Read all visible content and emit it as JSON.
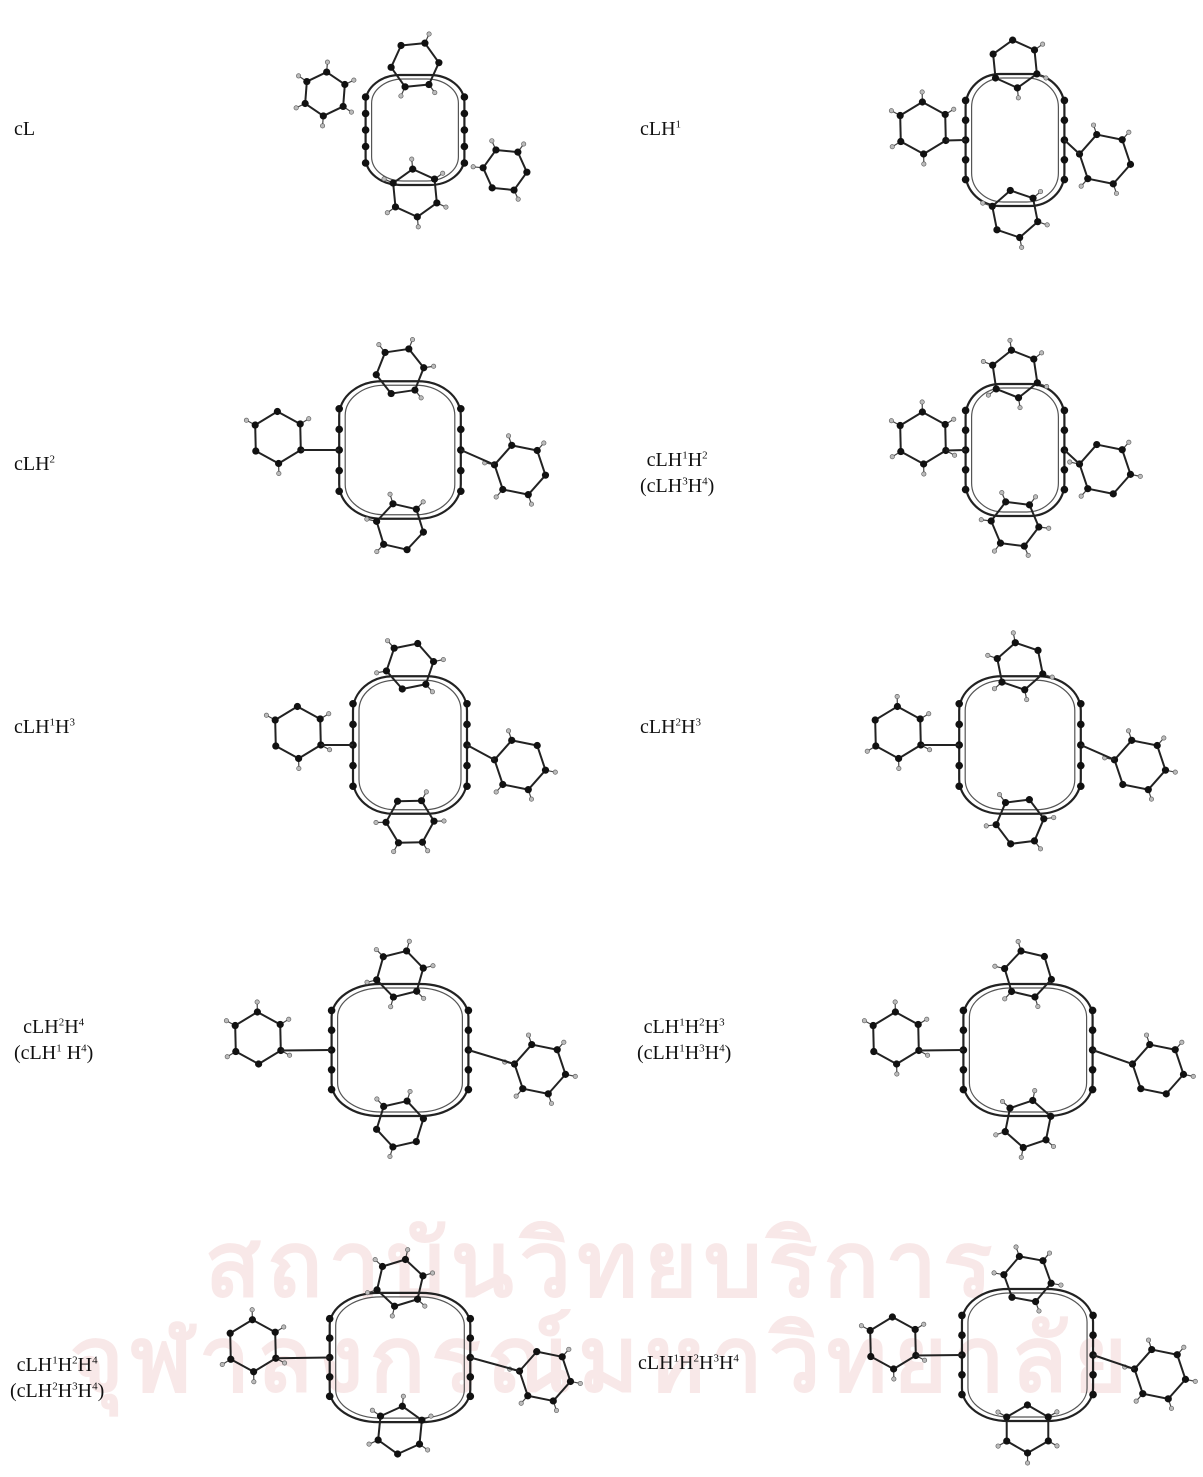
{
  "watermark": {
    "line1": "สถาบันวิทยบริการ",
    "line2": "จุฬาลงกรณ์มหาวิทยาลัย",
    "color": "#e19696"
  },
  "structures": [
    {
      "label_lines": [
        [
          {
            "t": "cL"
          }
        ]
      ]
    },
    {
      "label_lines": [
        [
          {
            "t": "cLH"
          },
          {
            "s": "1"
          }
        ]
      ]
    },
    {
      "label_lines": [
        [
          {
            "t": "cLH"
          },
          {
            "s": "2"
          }
        ]
      ]
    },
    {
      "label_lines": [
        [
          {
            "t": "cLH"
          },
          {
            "s": "1"
          },
          {
            "t": "H"
          },
          {
            "s": "2"
          }
        ],
        [
          {
            "t": "(cLH"
          },
          {
            "s": "3"
          },
          {
            "t": "H"
          },
          {
            "s": "4"
          },
          {
            "t": ")"
          }
        ]
      ]
    },
    {
      "label_lines": [
        [
          {
            "t": "cLH"
          },
          {
            "s": "1"
          },
          {
            "t": "H"
          },
          {
            "s": "3"
          }
        ]
      ]
    },
    {
      "label_lines": [
        [
          {
            "t": "cLH"
          },
          {
            "s": "2"
          },
          {
            "t": "H"
          },
          {
            "s": "3"
          }
        ]
      ]
    },
    {
      "label_lines": [
        [
          {
            "t": "cLH"
          },
          {
            "s": "2"
          },
          {
            "t": "H"
          },
          {
            "s": "4"
          }
        ],
        [
          {
            "t": "(cLH"
          },
          {
            "s": "1"
          },
          {
            "t": " H"
          },
          {
            "s": "4"
          },
          {
            "t": ")"
          }
        ]
      ]
    },
    {
      "label_lines": [
        [
          {
            "t": "cLH"
          },
          {
            "s": "1"
          },
          {
            "t": "H"
          },
          {
            "s": "2"
          },
          {
            "t": "H"
          },
          {
            "s": "3"
          }
        ],
        [
          {
            "t": "(cLH"
          },
          {
            "s": "1"
          },
          {
            "t": "H"
          },
          {
            "s": "3"
          },
          {
            "t": "H"
          },
          {
            "s": "4"
          },
          {
            "t": ")"
          }
        ]
      ]
    },
    {
      "label_lines": [
        [
          {
            "t": "cLH"
          },
          {
            "s": "1"
          },
          {
            "t": "H"
          },
          {
            "s": "2"
          },
          {
            "t": "H"
          },
          {
            "s": "4"
          }
        ],
        [
          {
            "t": "(cLH"
          },
          {
            "s": "2"
          },
          {
            "t": "H"
          },
          {
            "s": "3"
          },
          {
            "t": "H"
          },
          {
            "s": "4"
          },
          {
            "t": ")"
          }
        ]
      ]
    },
    {
      "label_lines": [
        [
          {
            "t": "cLH"
          },
          {
            "s": "1"
          },
          {
            "t": "H"
          },
          {
            "s": "2"
          },
          {
            "t": "H"
          },
          {
            "s": "3"
          },
          {
            "t": "H"
          },
          {
            "s": "4"
          }
        ]
      ]
    }
  ]
}
